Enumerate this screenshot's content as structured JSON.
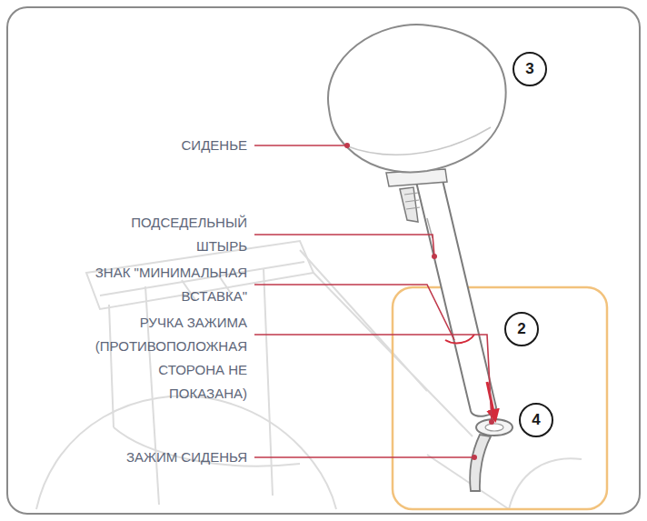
{
  "diagram": {
    "labels": [
      "3",
      "СИДЕНЬЕ",
      "ПОДСЕДЕЛЬНЫЙ ШТЫРЬ",
      "ЗНАК \"МИНИМАЛЬНАЯ ВСТАВКА\"",
      "2",
      "РУЧКА ЗАЖИМА (ПРОТИВОПОЛОЖНАЯ СТОРОНА НЕ ПОКАЗАНА)",
      "4",
      "ЗАЖИМ СИДЕНЬЯ"
    ]
  }
}
